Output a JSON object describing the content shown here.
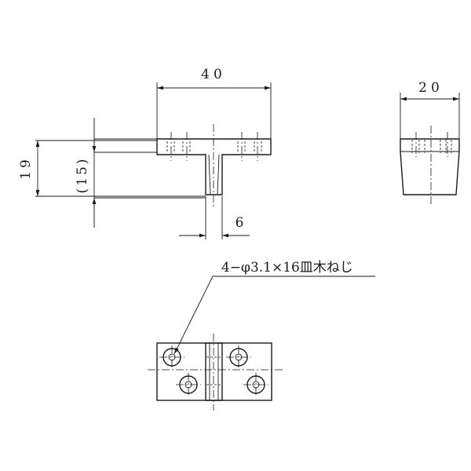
{
  "dimensions": {
    "width_40": "40",
    "width_20": "20",
    "height_19": "19",
    "height_15": "(15)",
    "stem_6": "6"
  },
  "callout": {
    "screw_spec": "4−φ3.1×16皿木ねじ"
  },
  "colors": {
    "ink": "#1a1a1a",
    "background": "#ffffff"
  }
}
